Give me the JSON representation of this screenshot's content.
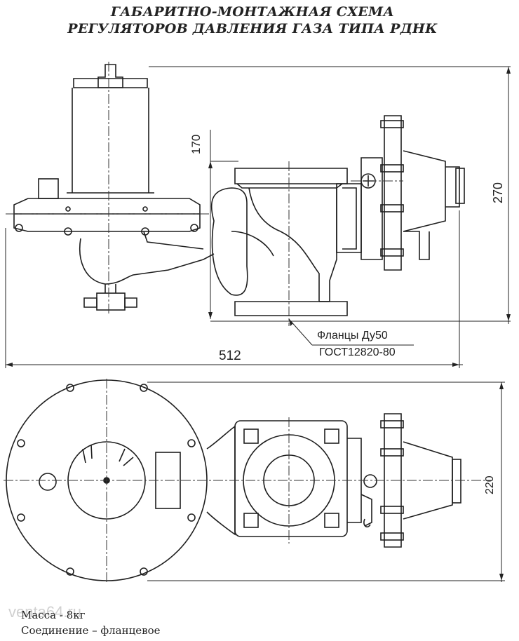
{
  "title": {
    "line1": "ГАБАРИТНО-МОНТАЖНАЯ СХЕМА",
    "line2": "РЕГУЛЯТОРОВ ДАВЛЕНИЯ ГАЗА ТИПА РДНК"
  },
  "dimensions": {
    "height_top": "170",
    "height_total": "270",
    "length_total": "512",
    "width_plan": "220"
  },
  "callout": {
    "flange": "Фланцы Ду50",
    "standard": "ГОСТ12820-80"
  },
  "footer": {
    "mass": "Масса - 8кг",
    "connection": "Соединение – фланцевое"
  },
  "watermark": "venta64.ru",
  "colors": {
    "line": "#1e1e1e",
    "dash": "#333333",
    "background": "#ffffff"
  }
}
